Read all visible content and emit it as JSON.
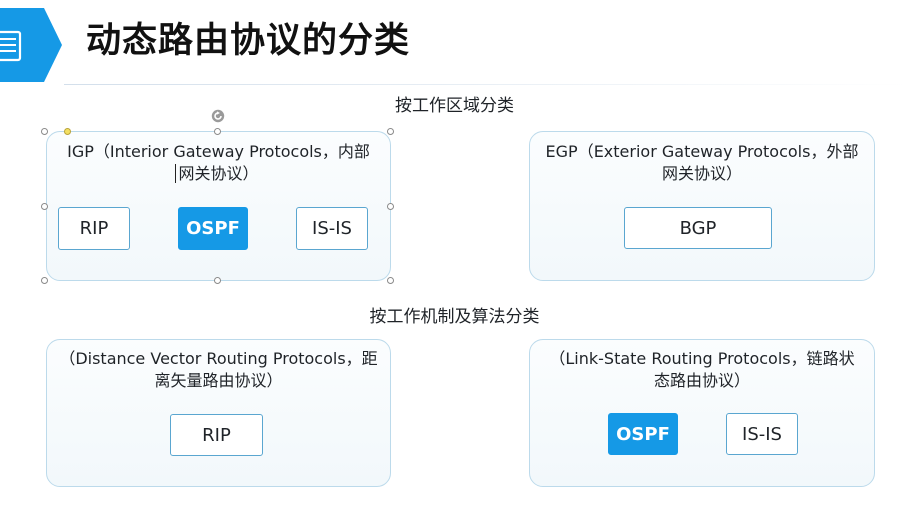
{
  "title": "动态路由协议的分类",
  "colors": {
    "accent": "#1599e6",
    "panel_border": "#bcdaeb"
  },
  "icons": {
    "title": "document-list-icon",
    "rotate": "rotate-handle-icon"
  },
  "section_by_area": {
    "title": "按工作区域分类",
    "igp": {
      "caption_line1": "IGP（Interior Gateway Protocols，内部",
      "caption_line2": "网关协议）",
      "items": [
        "RIP",
        "OSPF",
        "IS-IS"
      ]
    },
    "egp": {
      "caption_line1": "EGP（Exterior Gateway Protocols，外部",
      "caption_line2": "网关协议）",
      "items": [
        "BGP"
      ]
    }
  },
  "section_by_algorithm": {
    "title": "按工作机制及算法分类",
    "distance_vector": {
      "caption_line1": "（Distance Vector Routing Protocols，距",
      "caption_line2": "离矢量路由协议）",
      "items": [
        "RIP"
      ]
    },
    "link_state": {
      "caption_line1": "（Link-State Routing Protocols，链路状",
      "caption_line2": "态路由协议）",
      "items": [
        "OSPF",
        "IS-IS"
      ]
    }
  }
}
